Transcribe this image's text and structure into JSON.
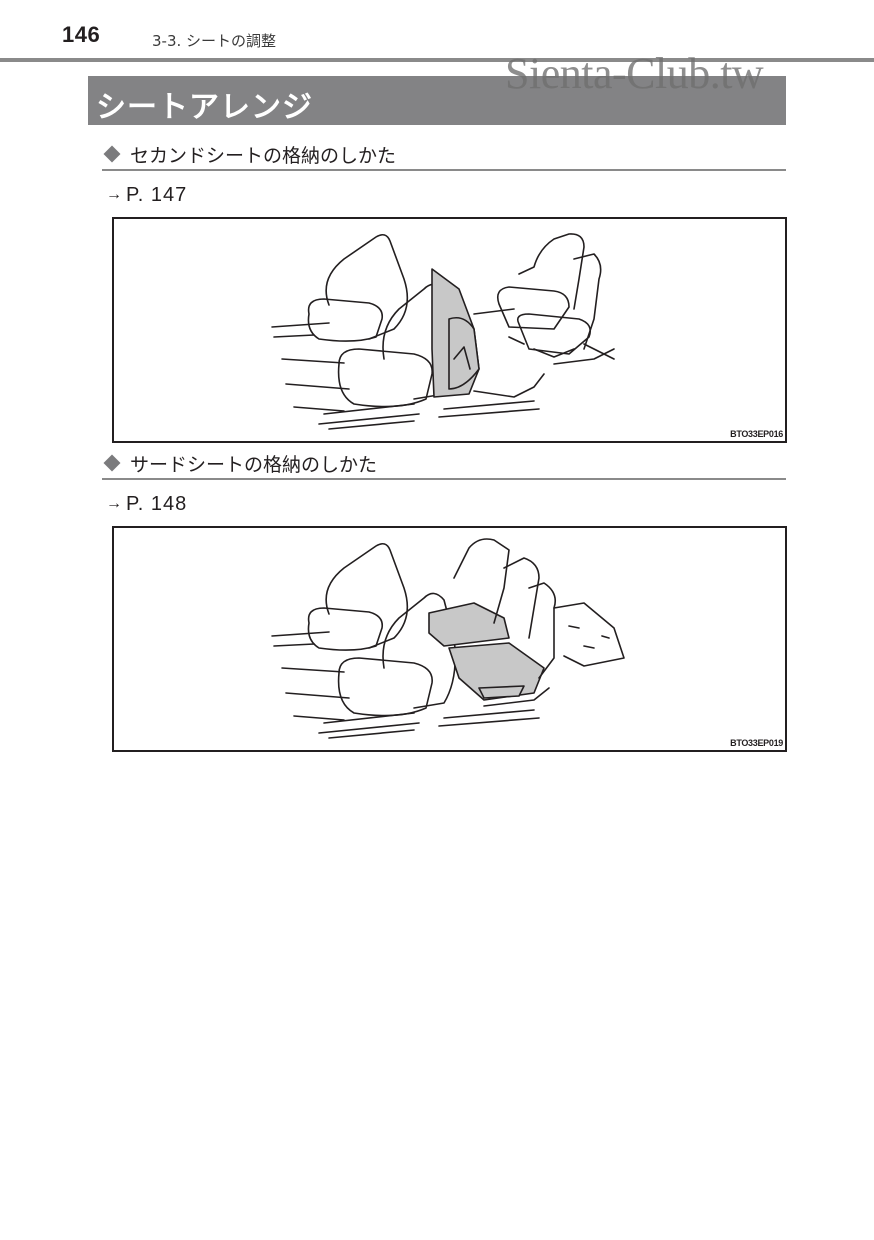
{
  "header": {
    "page_number": "146",
    "chapter": "3-3. シートの調整",
    "watermark": "Sienta-Club.tw"
  },
  "section": {
    "title": "シートアレンジ"
  },
  "subsections": [
    {
      "heading": "セカンドシートの格納のしかた",
      "reference_arrow": "→",
      "reference": "P. 147",
      "figure_code": "BTO33EP016",
      "figure_icon": "second-row-seat-stowing-illustration"
    },
    {
      "heading": "サードシートの格納のしかた",
      "reference_arrow": "→",
      "reference": "P. 148",
      "figure_code": "BTO33EP019",
      "figure_icon": "third-row-seat-stowing-illustration"
    }
  ],
  "colors": {
    "title_band": "#838385",
    "rule": "#8a8a8a",
    "diamond": "#7b7b7d",
    "highlight_fill": "#c8c8c8",
    "text": "#231f20"
  }
}
